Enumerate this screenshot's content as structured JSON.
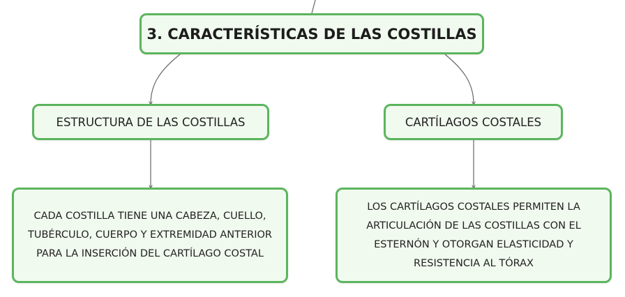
{
  "diagram": {
    "root": {
      "label": "3. CARACTERÍSTICAS DE LAS COSTILLAS"
    },
    "branches": [
      {
        "label": "ESTRUCTURA DE LAS COSTILLAS",
        "detail": "CADA COSTILLA TIENE UNA CABEZA, CUELLO, TUBÉRCULO, CUERPO Y EXTREMIDAD ANTERIOR PARA LA INSERCIÓN DEL CARTÍLAGO COSTAL"
      },
      {
        "label": "CARTÍLAGOS COSTALES",
        "detail": "LOS CARTÍLAGOS COSTALES PERMITEN LA ARTICULACIÓN DE LAS COSTILLAS CON EL ESTERNÓN Y OTORGAN ELASTICIDAD Y RESISTENCIA AL TÓRAX"
      }
    ],
    "colors": {
      "node_border": "#5bb55e",
      "node_fill": "#f1faef",
      "connector": "#666666",
      "text": "#222222"
    }
  }
}
